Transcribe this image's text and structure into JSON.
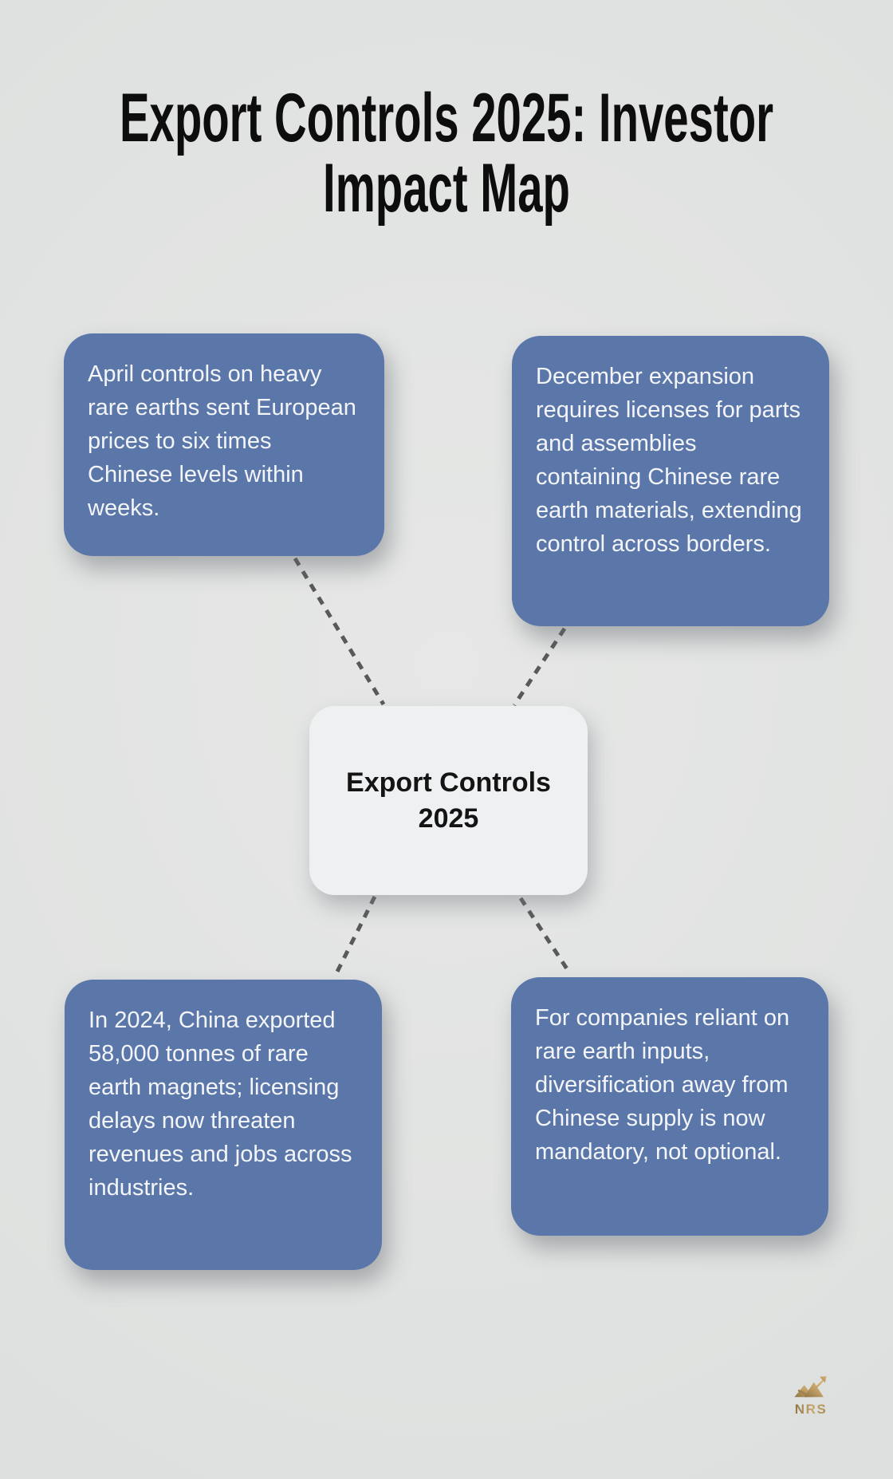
{
  "page": {
    "title": "Export Controls 2025: Investor Impact Map",
    "title_lines": [
      "Export Controls 2025: Investor",
      "Impact Map"
    ]
  },
  "diagram": {
    "center_node": {
      "label": "Export Controls 2025"
    },
    "nodes": {
      "top_left": {
        "text": "April controls on heavy rare earths sent European prices to six times Chinese levels within weeks."
      },
      "top_right": {
        "text": "December expansion requires licenses for parts and assemblies containing Chinese rare earth materials, extending control across borders."
      },
      "bottom_left": {
        "text": "In 2024, China exported 58,000 tonnes of rare earth magnets; licensing delays now threaten revenues and jobs across industries."
      },
      "bottom_right": {
        "text": "For companies reliant on rare earth inputs, diversification away from Chinese supply is now mandatory, not optional."
      }
    }
  },
  "branding": {
    "logo_text": "NRS",
    "logo_icon": "mountain-arrow-icon",
    "logo_color": "#ab8c55"
  },
  "colors": {
    "background": "#e0e2e1",
    "node_fill": "#5b77a9",
    "node_text": "#f3f5f9",
    "center_fill": "#eef0f2",
    "center_text": "#141414",
    "connector": "#58595b",
    "title_text": "#0d0d0d"
  }
}
